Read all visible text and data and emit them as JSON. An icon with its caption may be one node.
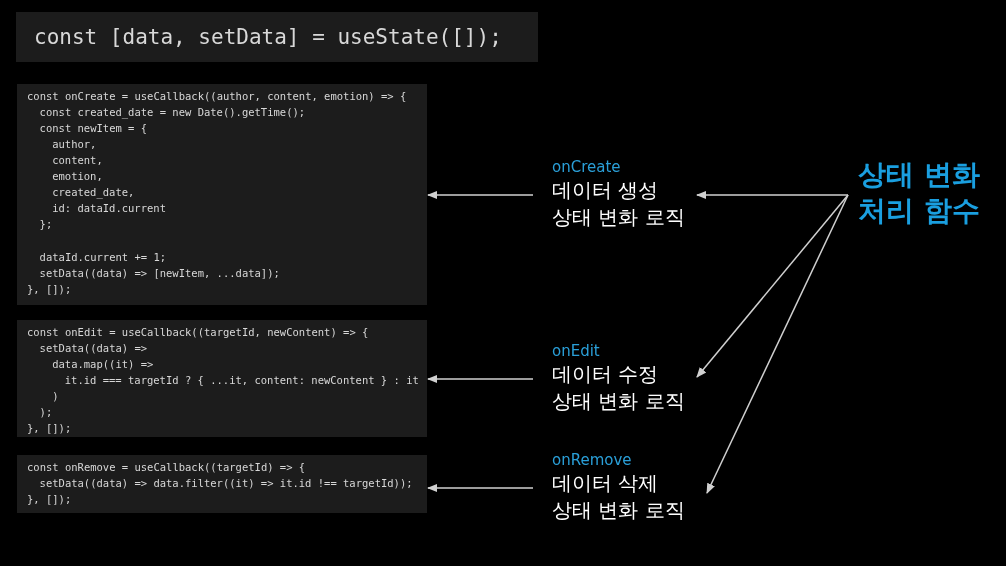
{
  "diagram": {
    "nodes": [
      {
        "text": [
          "const [data, setData] = useState([]);"
        ]
      },
      {
        "text": [
          "const onCreate = useCallback((author, content, emotion) => {",
          "const created_date = new Date().getTime();",
          "const newItem = {",
          "author,",
          "content,",
          "emotion,",
          "created_date,",
          "id: dataId.current",
          "};",
          "dataId.current += 1;",
          "setData((data) => [newItem, ...data]);",
          "}, []);"
        ]
      },
      {
        "text": [
          "const onEdit = useCallback((targetId, newContent) => {",
          "setData((data) =>",
          "data.map((it) =>",
          "it.id === targetId ? { ...it, content: newContent } : it",
          ")",
          ");",
          "}, []);"
        ]
      },
      {
        "text": [
          "const onRemove = useCallback((targetId) => {",
          "setData((data) => data.filter((it) => it.id !== targetId));",
          "}, []);"
        ]
      },
      {
        "text": [
          "onCreate",
          "데이터 생성 상태 변화 로직"
        ]
      },
      {
        "text": [
          "onEdit",
          "데이터 수정 상태 변화 로직"
        ]
      },
      {
        "text": [
          "onRemove",
          "데이터 삭제 상태 변화 로직"
        ]
      },
      {
        "text": [
          "상태 변화 처리 함수"
        ]
      }
    ],
    "edges": [
      {
        "from": 4,
        "to": 1,
        "arrow": "to"
      },
      {
        "from": 5,
        "to": 2,
        "arrow": "to"
      },
      {
        "from": 6,
        "to": 3,
        "arrow": "to"
      },
      {
        "from": 7,
        "to": 4,
        "arrow": "to"
      },
      {
        "from": 7,
        "to": 5,
        "arrow": "to"
      },
      {
        "from": 7,
        "to": 6,
        "arrow": "to"
      }
    ]
  }
}
